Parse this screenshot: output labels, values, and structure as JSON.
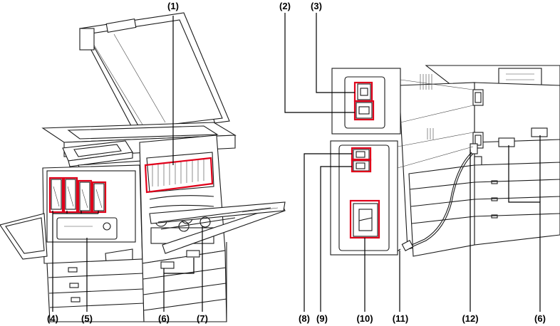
{
  "callouts": {
    "c1": "(1)",
    "c2": "(2)",
    "c3": "(3)",
    "c4": "(4)",
    "c5": "(5)",
    "c6_left": "(6)",
    "c7": "(7)",
    "c8": "(8)",
    "c9": "(9)",
    "c10": "(10)",
    "c11": "(11)",
    "c12": "(12)",
    "c6_right": "(6)"
  },
  "colors": {
    "highlight": "#e0001a",
    "line": "#1a1a1a"
  }
}
